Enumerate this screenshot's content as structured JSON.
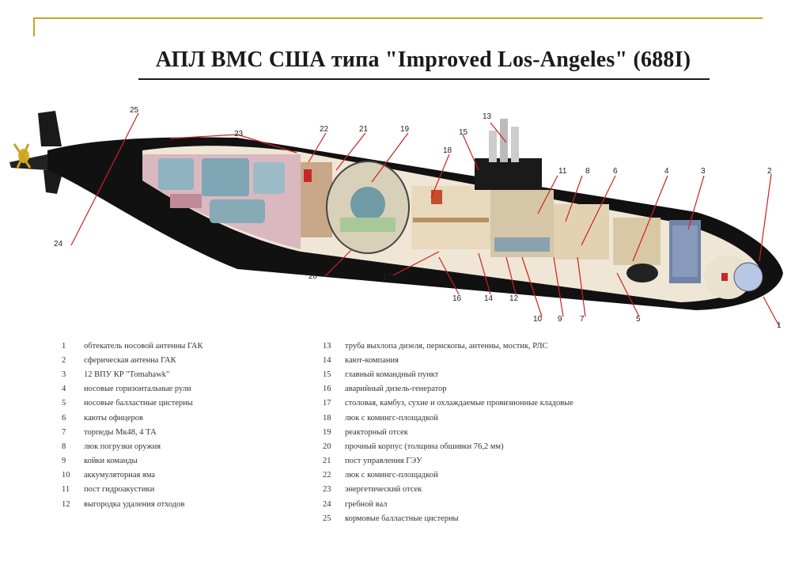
{
  "title": "АПЛ ВМС США типа \"Improved Los-Angeles\" (688I)",
  "colors": {
    "accent": "#c9a227",
    "hull": "#111111",
    "callout": "#d12020"
  },
  "callouts": {
    "c1": "1",
    "c2": "2",
    "c3": "3",
    "c4": "4",
    "c5": "5",
    "c6": "6",
    "c7": "7",
    "c8": "8",
    "c9": "9",
    "c10": "10",
    "c11": "11",
    "c12": "12",
    "c13": "13",
    "c14": "14",
    "c15": "15",
    "c16": "16",
    "c17": "17",
    "c18": "18",
    "c19": "19",
    "c20": "20",
    "c21": "21",
    "c22": "22",
    "c23": "23",
    "c24": "24",
    "c25": "25"
  },
  "legend": {
    "left": [
      {
        "num": "1",
        "text": "обтекатель носовой антенны ГАК"
      },
      {
        "num": "2",
        "text": "сферическая антенна ГАК"
      },
      {
        "num": "3",
        "text": "12 ВПУ КР \"Tomahawk\""
      },
      {
        "num": "4",
        "text": "носовые горизонтальные рули"
      },
      {
        "num": "5",
        "text": "носовые балластные цистерны"
      },
      {
        "num": "6",
        "text": "каюты офицеров"
      },
      {
        "num": "7",
        "text": "торпеды Мк48, 4 ТА"
      },
      {
        "num": "8",
        "text": "люк погрузки оружия"
      },
      {
        "num": "9",
        "text": "койки команды"
      },
      {
        "num": "10",
        "text": "аккумуляторная яма"
      },
      {
        "num": "11",
        "text": "пост гидроакустики"
      },
      {
        "num": "12",
        "text": "выгородка удаления отходов"
      }
    ],
    "right": [
      {
        "num": "13",
        "text": "труба выхлопа дизеля, перископы, антенны, мостик, РЛС"
      },
      {
        "num": "14",
        "text": "кают-компания"
      },
      {
        "num": "15",
        "text": "главный командный пункт"
      },
      {
        "num": "16",
        "text": "аварийный дизель-генератор"
      },
      {
        "num": "17",
        "text": "столовая, камбуз, сухие и охлаждаемые провизионные кладовые"
      },
      {
        "num": "18",
        "text": "люк с комингс-площадкой"
      },
      {
        "num": "19",
        "text": "реакторный отсек"
      },
      {
        "num": "20",
        "text": "прочный корпус (толщина обшивки 76,2 мм)"
      },
      {
        "num": "21",
        "text": "пост управления ГЭУ"
      },
      {
        "num": "22",
        "text": "люк с комингс-площадкой"
      },
      {
        "num": "23",
        "text": "энергетический отсек"
      },
      {
        "num": "24",
        "text": "гребной вал"
      },
      {
        "num": "25",
        "text": "кормовые балластные цистерны"
      }
    ]
  }
}
